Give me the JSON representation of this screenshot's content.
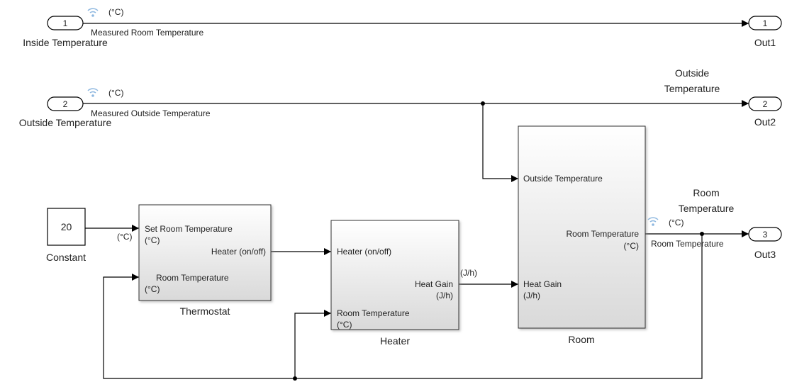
{
  "colors": {
    "line": "#000000",
    "block_fill_top": "#ffffff",
    "block_fill_bottom": "#d9d9d9",
    "signal_icon": "#8fb8e0"
  },
  "inports": [
    {
      "number": "1",
      "name": "Inside Temperature"
    },
    {
      "number": "2",
      "name": "Outside Temperature"
    }
  ],
  "outports": [
    {
      "number": "1",
      "name": "Out1"
    },
    {
      "number": "2",
      "name": "Out2"
    },
    {
      "number": "3",
      "name": "Out3"
    }
  ],
  "signals": {
    "inside": {
      "unit": "(°C)",
      "label": "Measured Room Temperature"
    },
    "outside": {
      "unit": "(°C)",
      "label": "Measured Outside Temperature",
      "branch_label": "Outside Temperature"
    },
    "room": {
      "unit": "(°C)",
      "label": "Room Temperature",
      "top_label": "Room Temperature"
    },
    "heat_gain_unit": "(J/h)",
    "constant_unit": "(°C)"
  },
  "constant": {
    "value": "20",
    "name": "Constant"
  },
  "thermostat": {
    "name": "Thermostat",
    "in1": "Set Room Temperature",
    "in1_unit": "(°C)",
    "in2": "Room  Temperature",
    "in2_unit": "(°C)",
    "out1": "Heater (on/off)"
  },
  "heater": {
    "name": "Heater",
    "in1": "Heater (on/off)",
    "in2": "Room Temperature",
    "in2_unit": "(°C)",
    "out1": "Heat Gain",
    "out1_unit": "(J/h)"
  },
  "room": {
    "name": "Room",
    "in1": "Outside Temperature",
    "in2": "Heat Gain",
    "in2_unit": "(J/h)",
    "out1": "Room Temperature",
    "out1_unit": "(°C)"
  }
}
